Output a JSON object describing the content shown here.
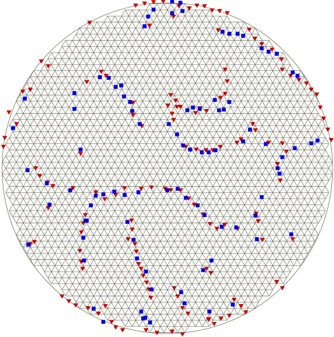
{
  "colors": {
    "background": "#ffffff",
    "mesh_edge": "#7a7a66",
    "positive_defect": "#c40000",
    "negative_defect": "#0000dd"
  },
  "mesh": {
    "type": "triangular-lattice-disk",
    "boundary": "circle"
  },
  "markers": {
    "positive_shape": "triangle-down",
    "negative_shape": "square"
  }
}
